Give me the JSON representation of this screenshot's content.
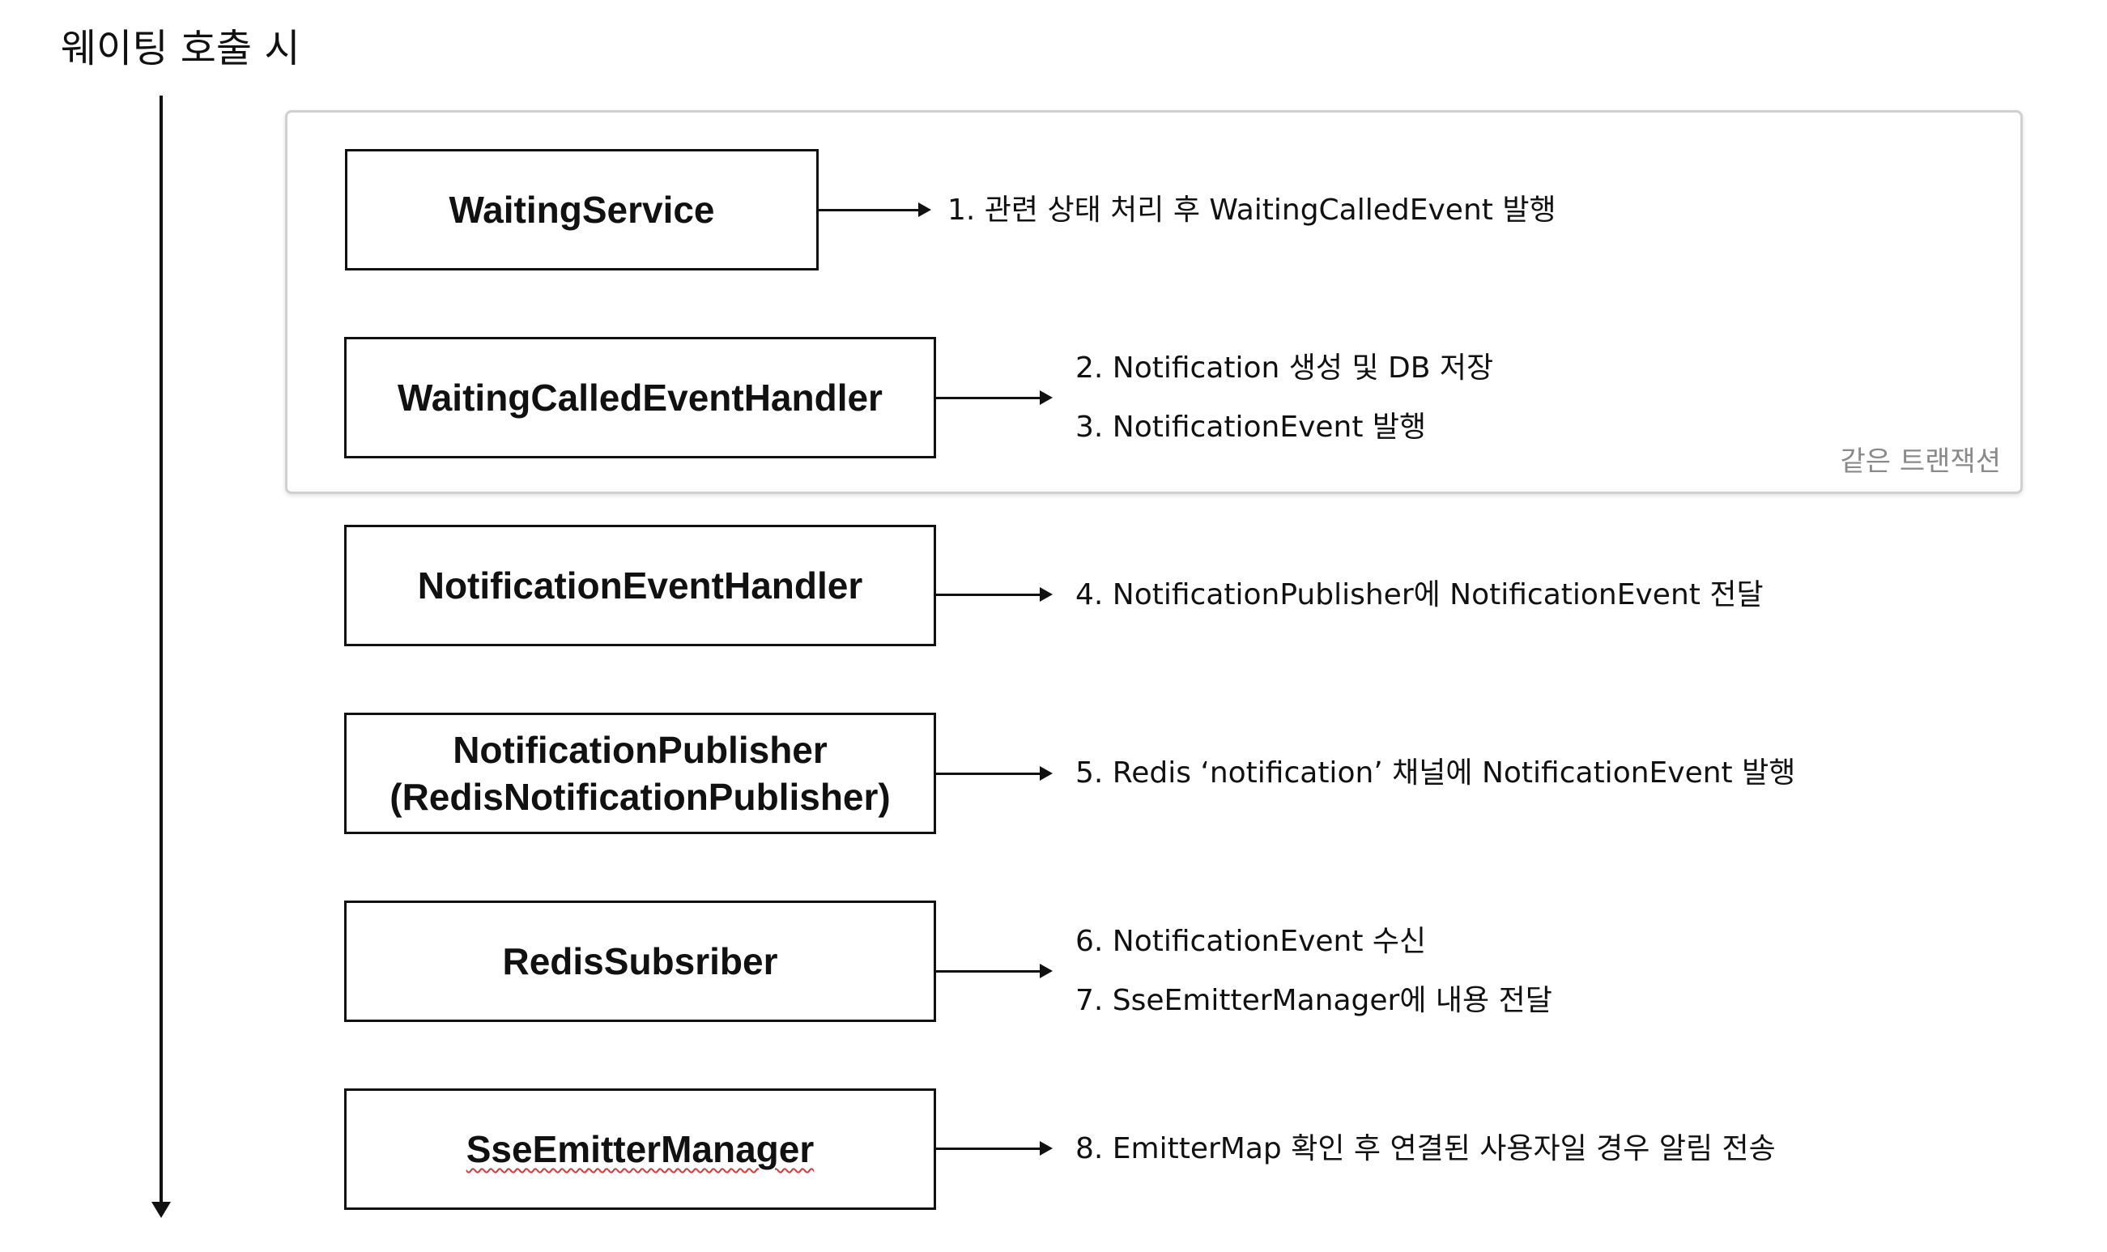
{
  "title": "웨이팅 호출 시",
  "transaction_label": "같은 트랜잭션",
  "nodes": [
    {
      "label": "WaitingService"
    },
    {
      "label": "WaitingCalledEventHandler"
    },
    {
      "label": "NotificationEventHandler"
    },
    {
      "label": "NotificationPublisher\n(RedisNotificationPublisher)"
    },
    {
      "label": "RedisSubsriber"
    },
    {
      "label": "SseEmitterManager"
    }
  ],
  "steps": [
    "1. 관련 상태 처리 후 WaitingCalledEvent 발행",
    "2. Notification 생성 및 DB 저장",
    "3. NotificationEvent 발행",
    "4. NotificationPublisher에 NotificationEvent 전달",
    "5. Redis ‘notification’ 채널에 NotificationEvent 발행",
    "6. NotificationEvent 수신",
    "7. SseEmitterManager에 내용 전달",
    "8. EmitterMap 확인 후 연결된 사용자일 경우 알림 전송"
  ]
}
